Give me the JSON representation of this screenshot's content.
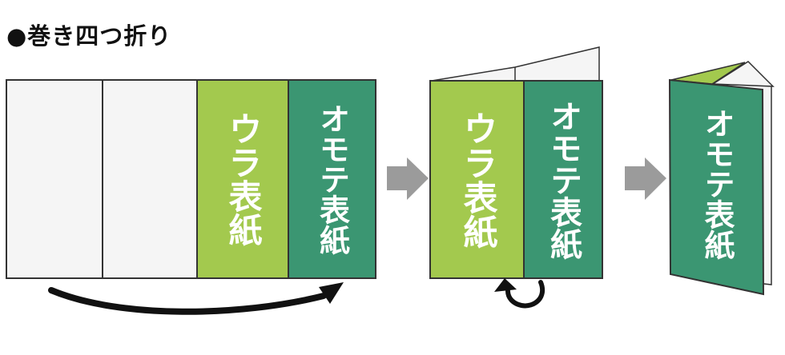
{
  "title": "●巻き四つ折り",
  "colors": {
    "background": "#ffffff",
    "paper": "#f5f5f5",
    "back_cover_green": "#a3c94e",
    "front_cover_green": "#3b9672",
    "outline": "#333333",
    "fold_arrow_black": "#111111",
    "step_arrow_gray": "#9b9b9b",
    "label_text": "#ffffff",
    "title_text": "#111111"
  },
  "steps": [
    {
      "panels": [
        "",
        "",
        "ウラ表紙",
        "オモテ表紙"
      ]
    },
    {
      "panels": [
        "ウラ表紙",
        "オモテ表紙"
      ]
    },
    {
      "panels": [
        "オモテ表紙"
      ]
    }
  ]
}
